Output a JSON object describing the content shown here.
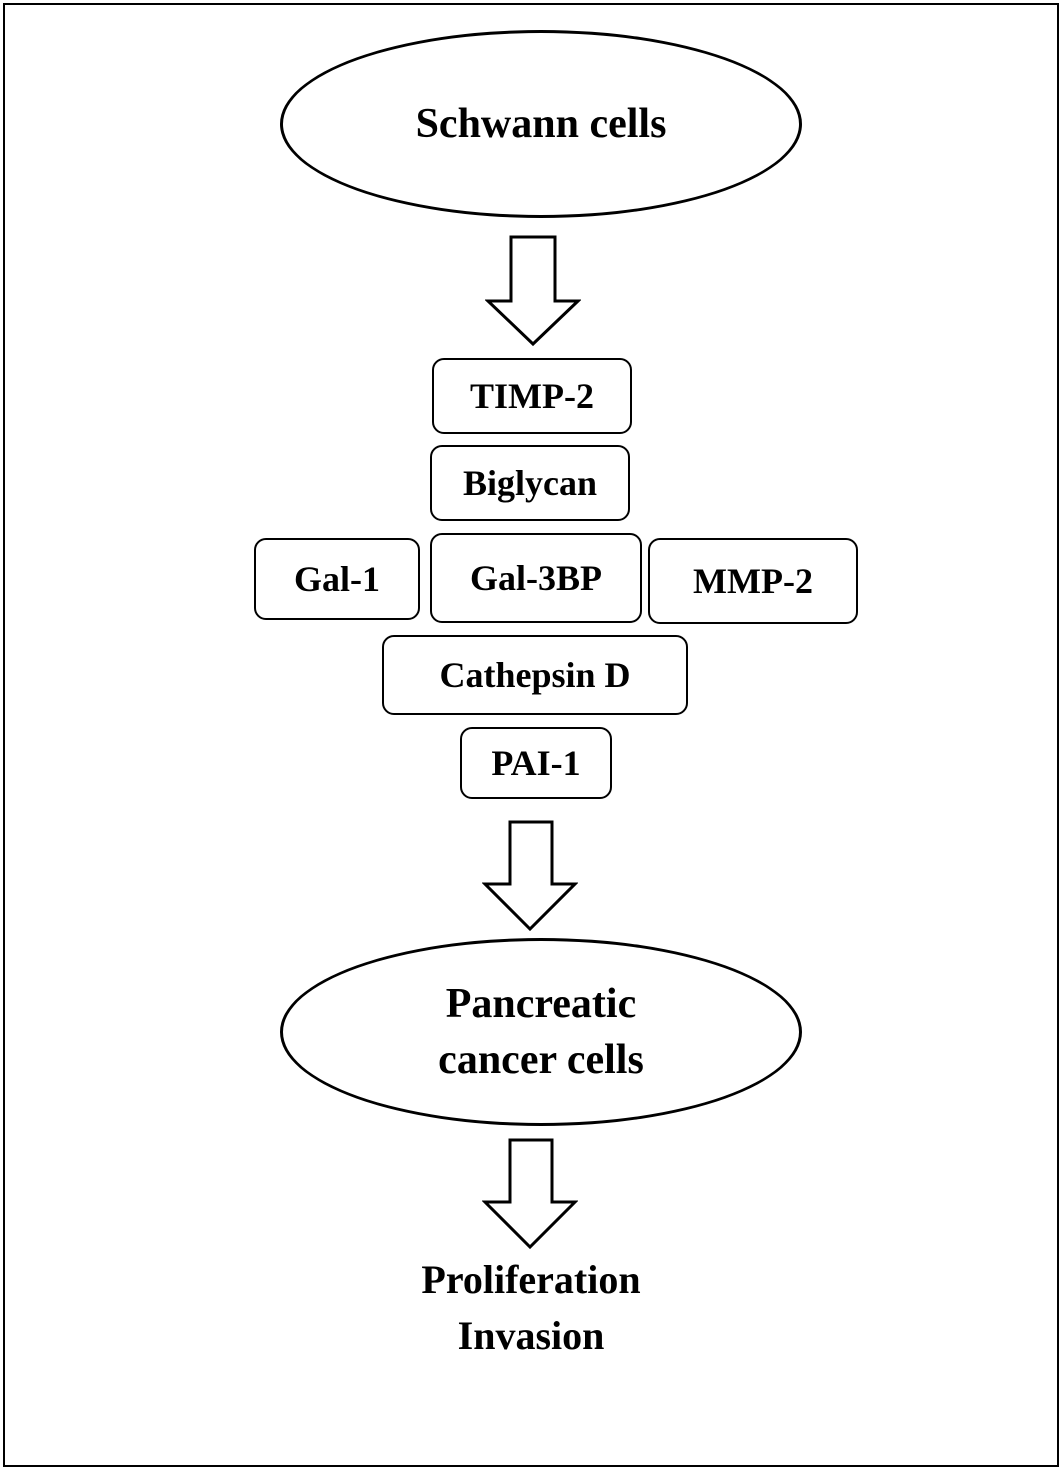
{
  "top_node": "Schwann cells",
  "factors": {
    "timp2": "TIMP-2",
    "biglycan": "Biglycan",
    "gal1": "Gal-1",
    "gal3bp": "Gal-3BP",
    "mmp2": "MMP-2",
    "cathepsin": "Cathepsin D",
    "pai1": "PAI-1"
  },
  "target_node": {
    "line1": "Pancreatic",
    "line2": "cancer cells"
  },
  "outcomes": {
    "line1": "Proliferation",
    "line2": "Invasion"
  }
}
